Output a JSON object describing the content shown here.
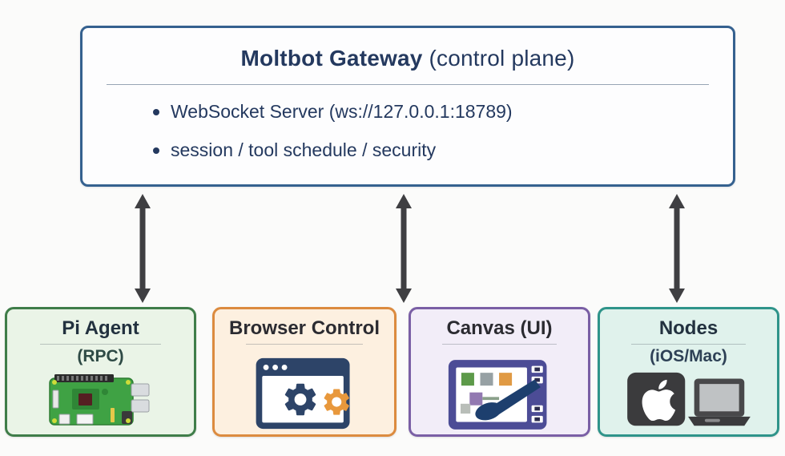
{
  "diagram": {
    "gateway": {
      "title": "Moltbot Gateway",
      "title_suffix": "(control plane)",
      "bullets": [
        "WebSocket Server (ws://127.0.0.1:18789)",
        "session / tool schedule / security"
      ]
    },
    "cards": [
      {
        "title": "Pi Agent",
        "subtitle": "(RPC)",
        "icon": "raspberry-pi-icon",
        "border_color": "#3f7d49",
        "bg_color": "#eaf4e7"
      },
      {
        "title": "Browser Control",
        "subtitle": "",
        "icon": "browser-gears-icon",
        "border_color": "#dc8b3f",
        "bg_color": "#fdf0e0"
      },
      {
        "title": "Canvas (UI)",
        "subtitle": "",
        "icon": "canvas-brush-icon",
        "border_color": "#7a5fa5",
        "bg_color": "#f2edf8"
      },
      {
        "title": "Nodes",
        "subtitle": "(iOS/Mac)",
        "icon": "apple-laptop-icon",
        "border_color": "#2f948a",
        "bg_color": "#e0f2ec"
      }
    ],
    "colors": {
      "gateway_border": "#35618f",
      "text_navy": "#24395f",
      "arrow": "#3f3f42",
      "gear_navy": "#2d4468",
      "gear_orange": "#e8983c",
      "tablet_indigo": "#4c4c96",
      "brush_navy": "#1d3f6e",
      "pi_green": "#3fa244",
      "device_dark": "#3b3b3d"
    }
  }
}
